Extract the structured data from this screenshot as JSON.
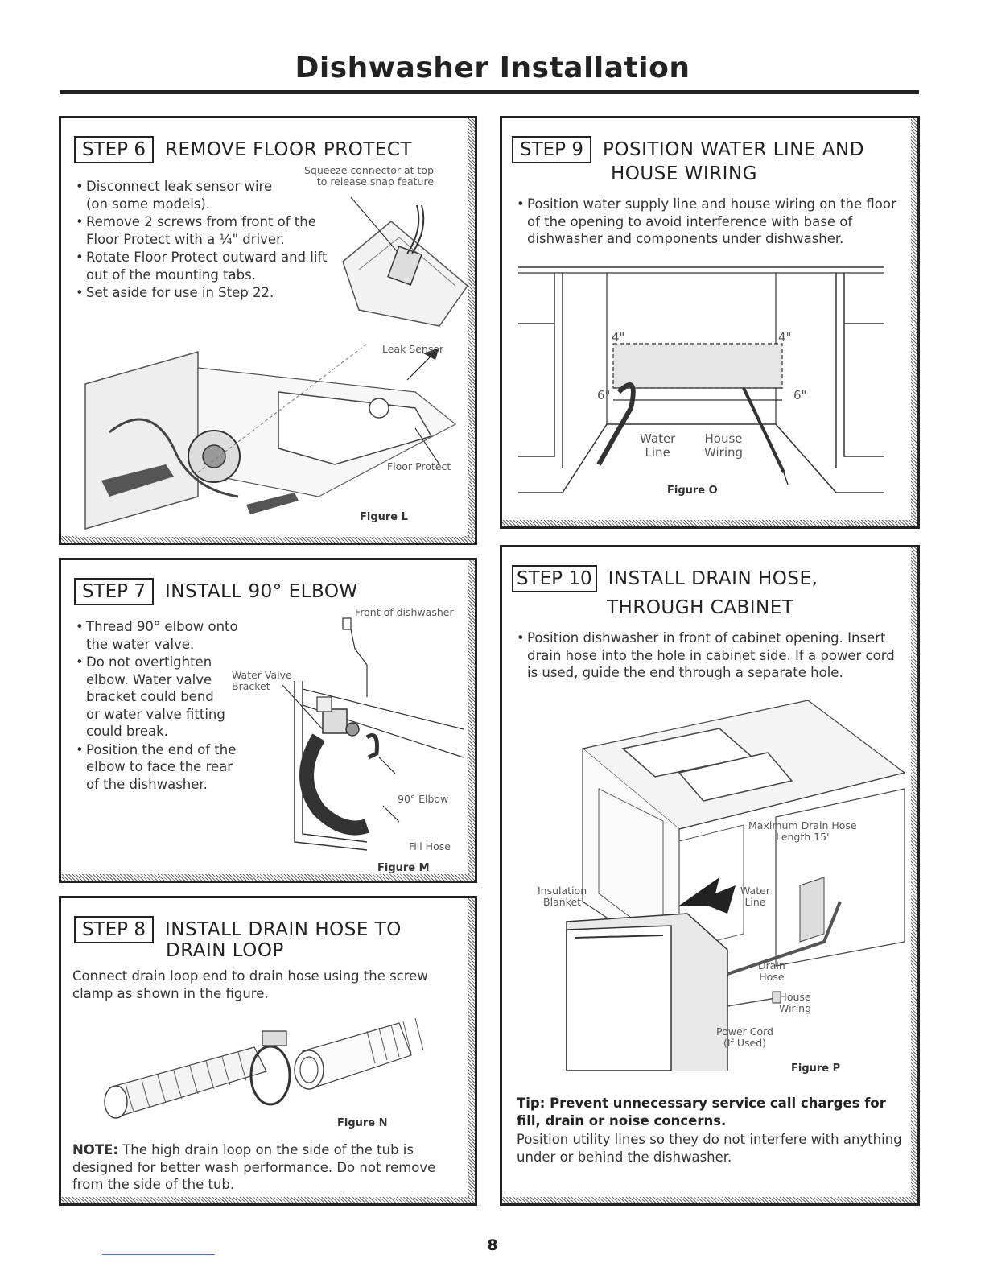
{
  "page": {
    "title": "Dishwasher Installation",
    "page_number": "8"
  },
  "step6": {
    "step": "STEP 6",
    "title": "REMOVE FLOOR PROTECT",
    "bullets": [
      "Disconnect leak sensor wire (on some models).",
      "Remove 2 screws from front of the Floor Protect with a ¼\" driver.",
      "Rotate Floor Protect outward and lift out of the mounting tabs.",
      "Set aside for use in Step 22."
    ],
    "callout_line1": "Squeeze connector at top",
    "callout_line2": "to release snap feature",
    "label_leak": "Leak Sensor",
    "label_floor": "Floor Protect",
    "figure": "Figure L"
  },
  "step7": {
    "step": "STEP 7",
    "title": "INSTALL 90° ELBOW",
    "bullets": [
      "Thread 90° elbow onto the water valve.",
      "Do not overtighten elbow. Water valve bracket could bend or water valve fitting could break.",
      "Position the end of the elbow to face the rear of the dishwasher."
    ],
    "label_front": "Front of dishwasher",
    "label_bracket1": "Water Valve",
    "label_bracket2": "Bracket",
    "label_elbow": "90° Elbow",
    "label_fill": "Fill Hose",
    "figure": "Figure M"
  },
  "step8": {
    "step": "STEP 8",
    "title_line1": "INSTALL DRAIN HOSE TO",
    "title_line2": "DRAIN LOOP",
    "text": "Connect drain loop end to drain hose using the screw clamp as shown in the figure.",
    "figure": "Figure N",
    "note_label": "NOTE:",
    "note_text": " The high drain loop on the side of the tub is designed for better wash performance. Do not remove from the side of the tub."
  },
  "step9": {
    "step": "STEP 9",
    "title_line1": "POSITION WATER LINE AND",
    "title_line2": "HOUSE WIRING",
    "bullets": [
      "Position water supply line and house wiring on the floor of the opening to avoid interference with base of dishwasher and components under dishwasher."
    ],
    "dim_4_left": "4\"",
    "dim_4_right": "4\"",
    "dim_6_left": "6\"",
    "dim_6_right": "6\"",
    "label_water1": "Water",
    "label_water2": "Line",
    "label_house1": "House",
    "label_house2": "Wiring",
    "figure": "Figure O"
  },
  "step10": {
    "step": "STEP 10",
    "title_line1": "INSTALL DRAIN HOSE,",
    "title_line2": "THROUGH CABINET",
    "bullets": [
      "Position dishwasher in front of cabinet opening. Insert drain hose into the hole in cabinet side. If a power cord is used, guide the end through a separate hole."
    ],
    "label_max1": "Maximum Drain Hose",
    "label_max2": "Length 15'",
    "label_insul1": "Insulation",
    "label_insul2": "Blanket",
    "label_water1": "Water",
    "label_water2": "Line",
    "label_drain1": "Drain",
    "label_drain2": "Hose",
    "label_house1": "House",
    "label_house2": "Wiring",
    "label_power1": "Power Cord",
    "label_power2": "(If Used)",
    "figure": "Figure P",
    "tip_title": "Tip: Prevent unnecessary service call charges for fill, drain or noise concerns.",
    "tip_text": "Position utility lines so they do not interfere with anything under or behind the dishwasher."
  }
}
